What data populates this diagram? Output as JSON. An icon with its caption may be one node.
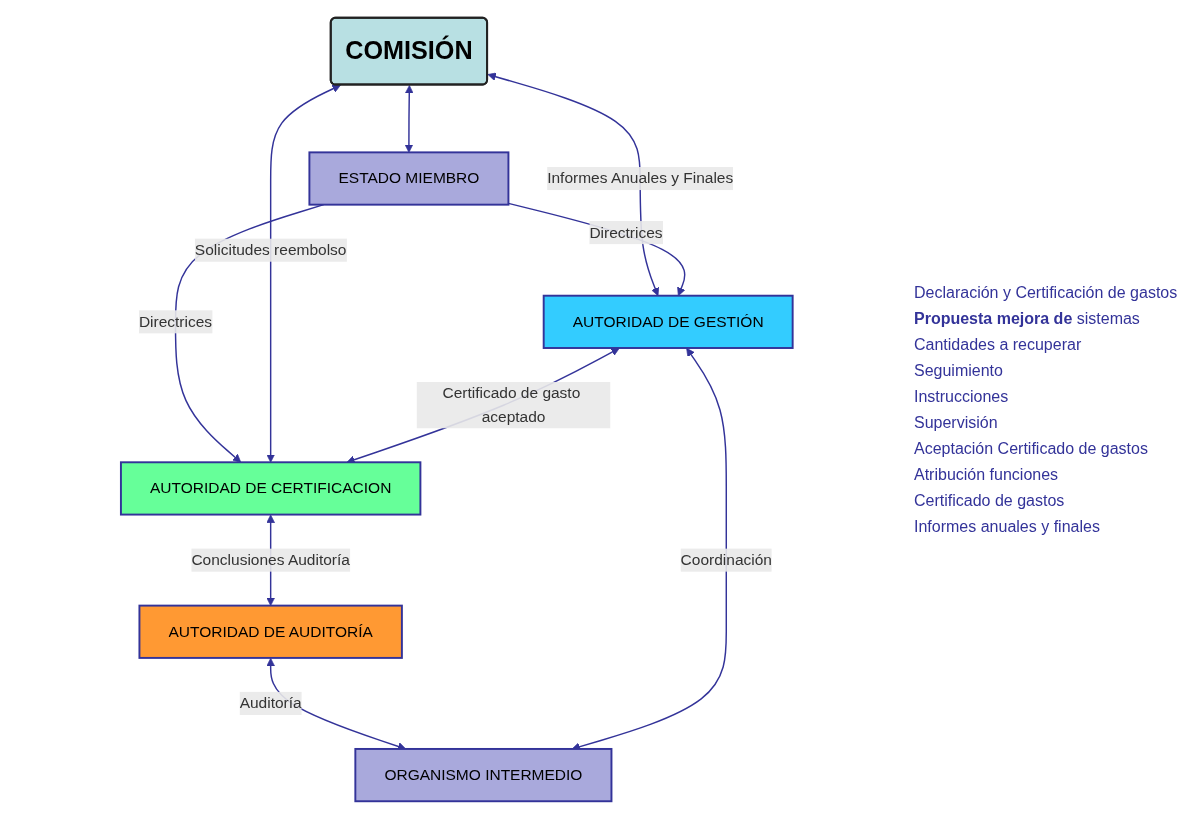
{
  "diagram": {
    "nodes": [
      {
        "text": [
          "COMISIÓN"
        ]
      },
      {
        "text": [
          "ESTADO MIEMBRO"
        ]
      },
      {
        "text": [
          "AUTORIDAD DE GESTIÓN"
        ]
      },
      {
        "text": [
          "AUTORIDAD DE CERTIFICACION"
        ]
      },
      {
        "text": [
          "AUTORIDAD DE AUDITORÍA"
        ]
      },
      {
        "text": [
          "ORGANISMO INTERMEDIO"
        ]
      }
    ],
    "edges": [
      {
        "from": 0,
        "to": 1,
        "arrow": "both"
      },
      {
        "from": 0,
        "to": 2,
        "arrow": "both",
        "label": "Informes Anuales y Finales"
      },
      {
        "from": 1,
        "to": 2,
        "arrow": "to",
        "label": "Directrices"
      },
      {
        "from": 1,
        "to": 3,
        "arrow": "to",
        "label": "Directrices"
      },
      {
        "from": 0,
        "to": 3,
        "arrow": "both",
        "label": "Solicitudes reembolso"
      },
      {
        "from": 2,
        "to": 3,
        "arrow": "both",
        "label": "Certificado de gasto aceptado"
      },
      {
        "from": 3,
        "to": 4,
        "arrow": "both",
        "label": "Conclusiones Auditoría"
      },
      {
        "from": 4,
        "to": 5,
        "arrow": "both",
        "label": "Auditoría"
      },
      {
        "from": 2,
        "to": 5,
        "arrow": "both",
        "label": "Coordinación"
      }
    ],
    "labels": [
      "Declaración y Certificación de gastos",
      "**Propuesta mejora de** sistemas",
      "Cantidades a recuperar",
      "Seguimiento",
      "Instrucciones",
      "Supervisión",
      "Aceptación Certificado de gastos",
      "Atribución funciones",
      "Certificado de gastos",
      "Informes anuales y finales"
    ]
  }
}
